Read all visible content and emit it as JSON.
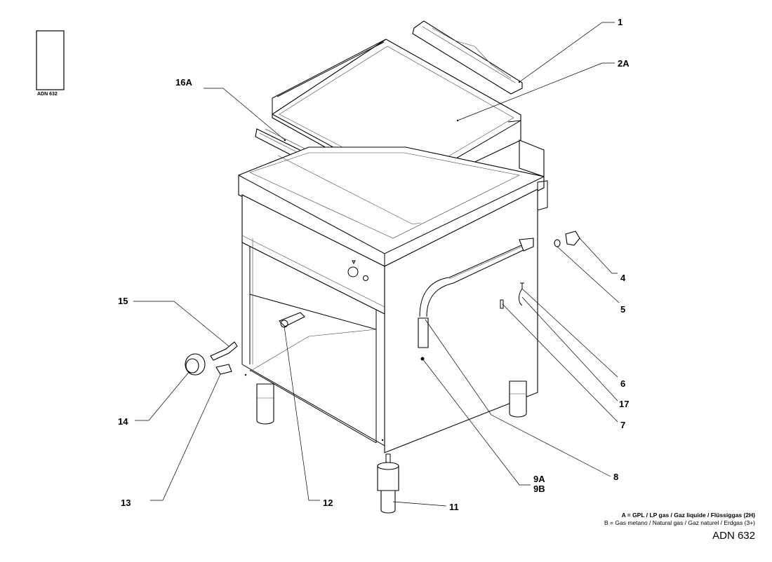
{
  "model_code": "ADN 632",
  "legend": {
    "line_a": "A = GPL / LP gas / Gaz liquide / Flüssiggas (2H)",
    "line_b": "B = Gas metano / Natural gas / Gaz naturel / Erdgas (3+)"
  },
  "callouts": {
    "c1": "1",
    "c2a": "2A",
    "c16a": "16A",
    "c4": "4",
    "c5": "5",
    "c6": "6",
    "c17": "17",
    "c7": "7",
    "c8": "8",
    "c9a": "9A",
    "c9b": "9B",
    "c11": "11",
    "c12": "12",
    "c13": "13",
    "c14": "14",
    "c15": "15"
  }
}
